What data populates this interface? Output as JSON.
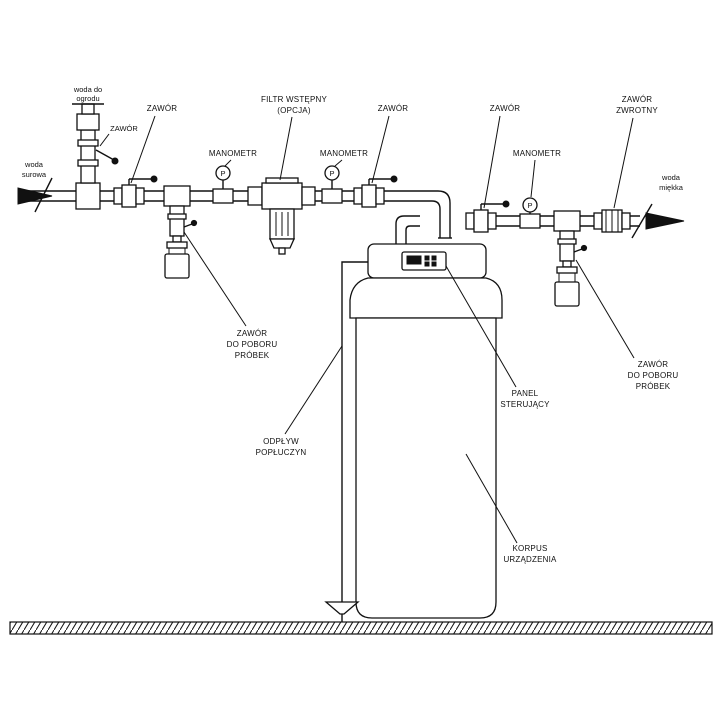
{
  "labels": {
    "woda_surowa": [
      "woda",
      "surowa"
    ],
    "woda_do_ogrodu": [
      "woda do",
      "ogrodu"
    ],
    "zawor_left_top": "ZAWÓR",
    "zawor_garden": "ZAWÓR",
    "manometr_1": "MANOMETR",
    "filtr": [
      "FILTR WSTĘPNY",
      "(OPCJA)"
    ],
    "manometr_2": "MANOMETR",
    "zawor_mid": "ZAWÓR",
    "zawor_right": "ZAWÓR",
    "manometr_3": "MANOMETR",
    "zawor_zwrotny": [
      "ZAWÓR",
      "ZWROTNY"
    ],
    "woda_miekka": [
      "woda",
      "miękka"
    ],
    "zawor_probek_left": [
      "ZAWÓR",
      "DO POBORU",
      "PRÓBEK"
    ],
    "zawor_probek_right": [
      "ZAWÓR",
      "DO POBORU",
      "PRÓBEK"
    ],
    "panel": [
      "PANEL",
      "STERUJĄCY"
    ],
    "odplyw": [
      "ODPŁYW",
      "POPŁUCZYN"
    ],
    "korpus": [
      "KORPUS",
      "URZĄDZENIA"
    ]
  },
  "gauge_letter": "P"
}
